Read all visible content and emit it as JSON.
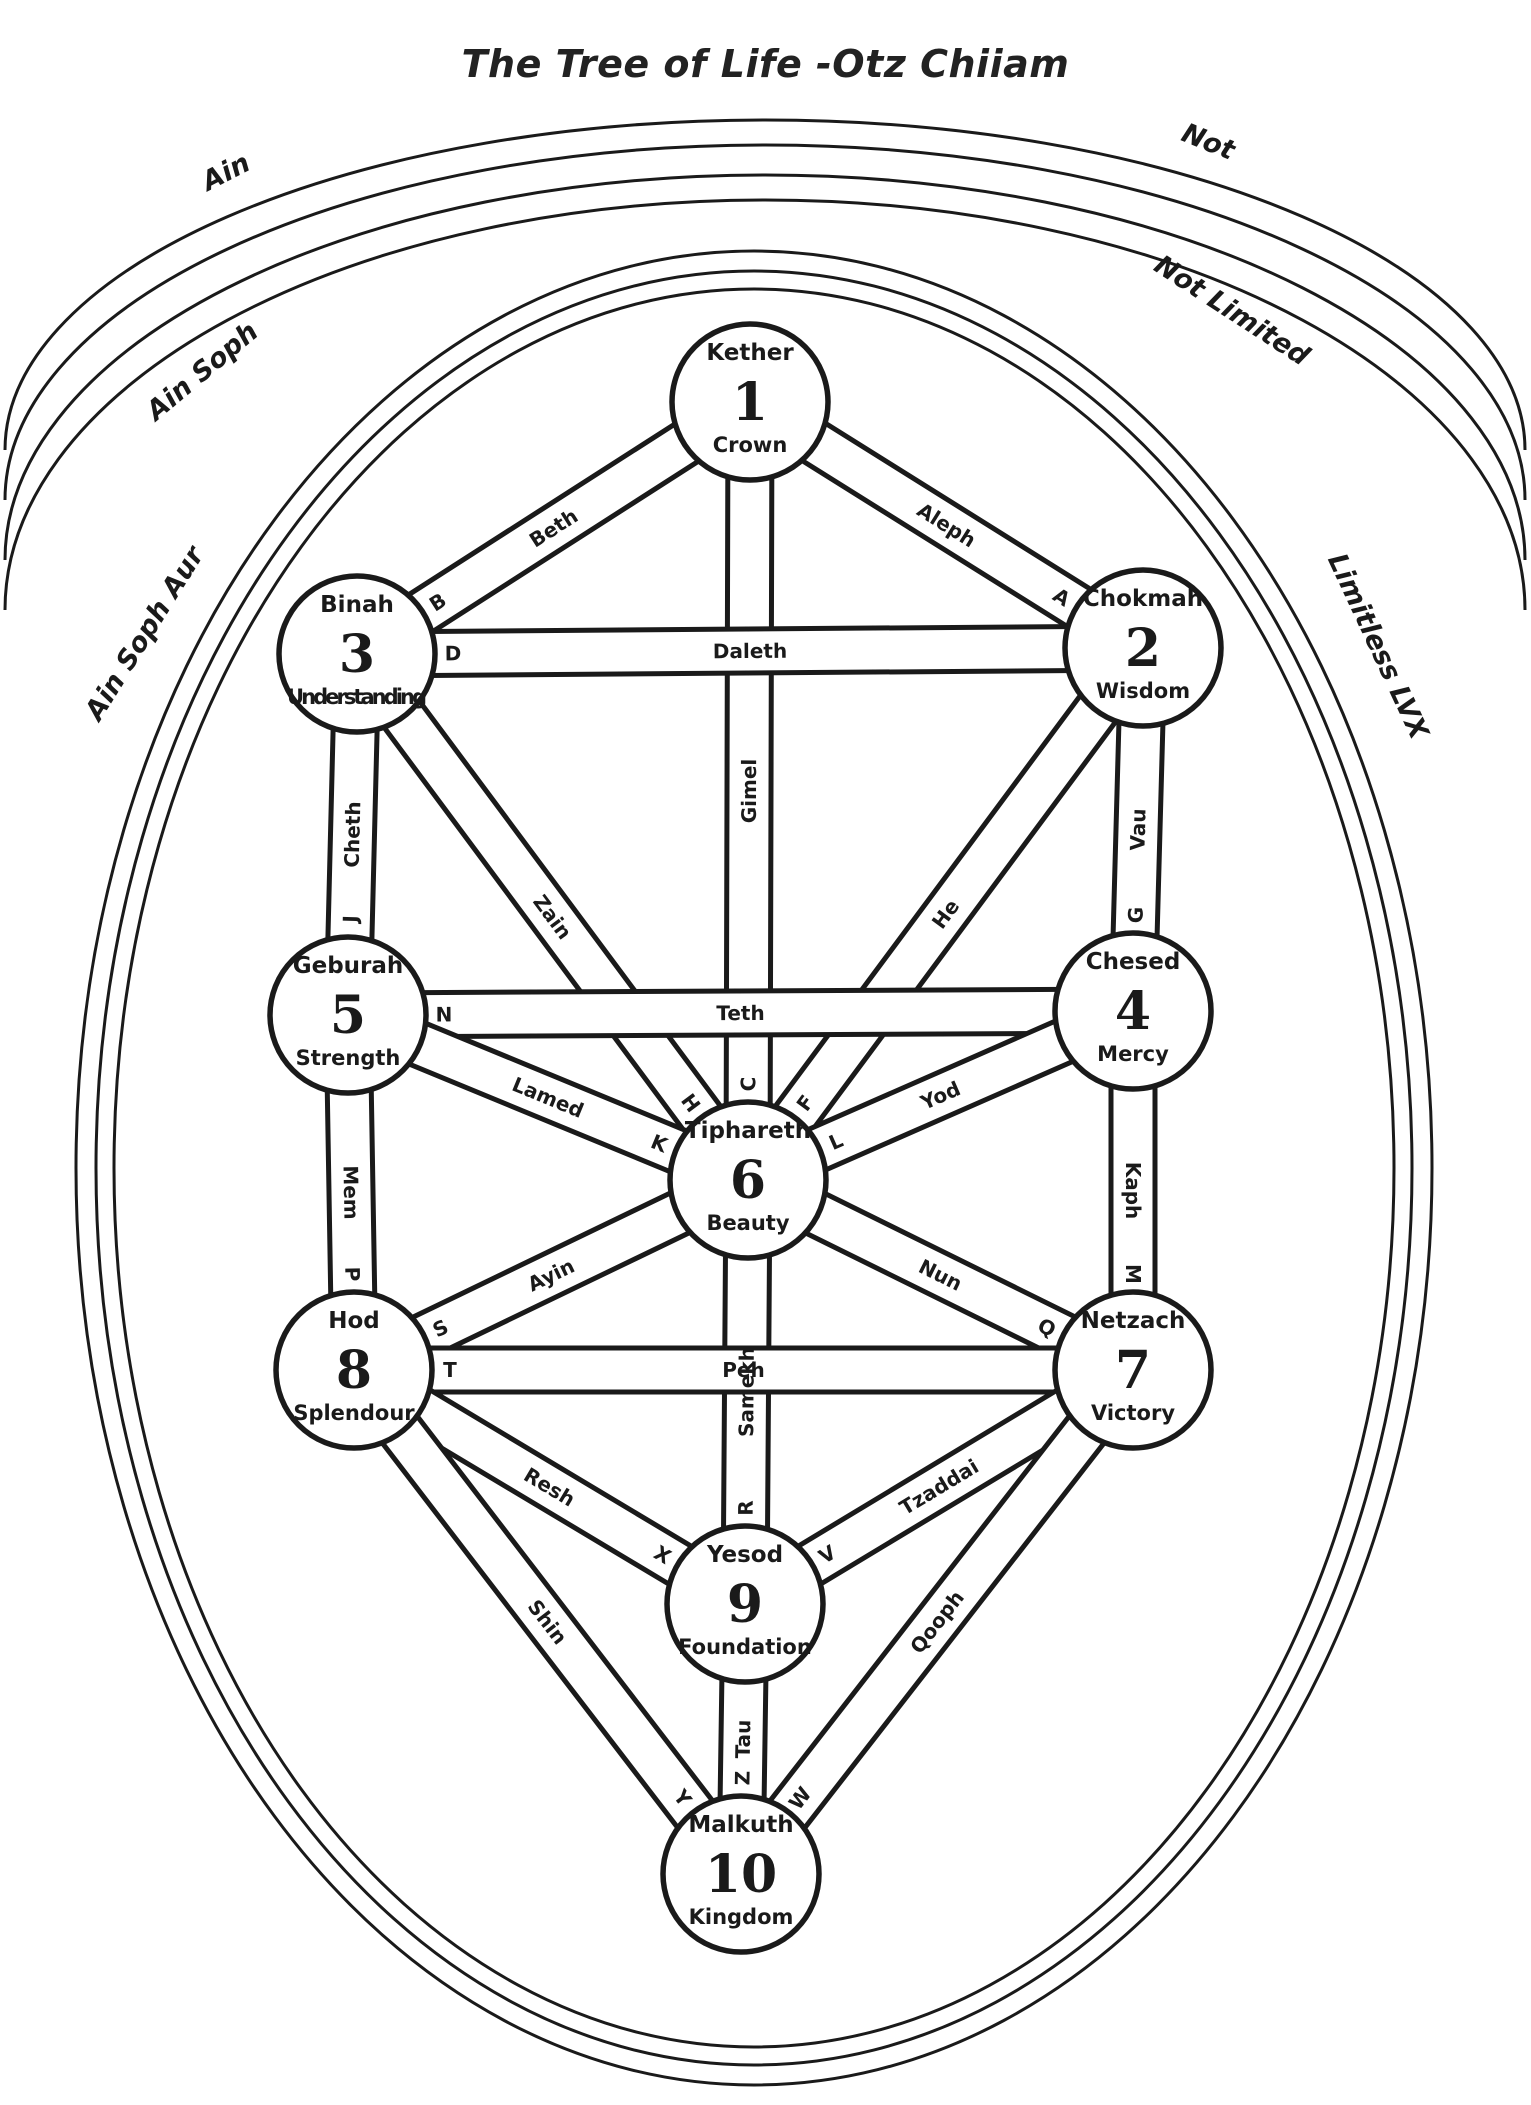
{
  "title": "The Tree of Life -Otz Chiiam",
  "veils": {
    "left": [
      "Ain",
      "Ain Soph",
      "Ain Soph Aur"
    ],
    "right": [
      "Not",
      "Not Limited",
      "Limitless LVX"
    ]
  },
  "sephiroth": [
    {
      "id": 1,
      "name": "Kether",
      "number": "1",
      "title": "Crown"
    },
    {
      "id": 2,
      "name": "Chokmah",
      "number": "2",
      "title": "Wisdom"
    },
    {
      "id": 3,
      "name": "Binah",
      "number": "3",
      "title": "Understanding"
    },
    {
      "id": 4,
      "name": "Chesed",
      "number": "4",
      "title": "Mercy"
    },
    {
      "id": 5,
      "name": "Geburah",
      "number": "5",
      "title": "Strength"
    },
    {
      "id": 6,
      "name": "Tiphareth",
      "number": "6",
      "title": "Beauty"
    },
    {
      "id": 7,
      "name": "Netzach",
      "number": "7",
      "title": "Victory"
    },
    {
      "id": 8,
      "name": "Hod",
      "number": "8",
      "title": "Splendour"
    },
    {
      "id": 9,
      "name": "Yesod",
      "number": "9",
      "title": "Foundation"
    },
    {
      "id": 10,
      "name": "Malkuth",
      "number": "10",
      "title": "Kingdom"
    }
  ],
  "paths": [
    {
      "from": 1,
      "to": 2,
      "letter": "A",
      "name": "Aleph"
    },
    {
      "from": 1,
      "to": 3,
      "letter": "B",
      "name": "Beth"
    },
    {
      "from": 1,
      "to": 6,
      "letter": "C",
      "name": "Gimel"
    },
    {
      "from": 2,
      "to": 3,
      "letter": "D",
      "name": "Daleth"
    },
    {
      "from": 2,
      "to": 6,
      "letter": "F",
      "name": "He"
    },
    {
      "from": 2,
      "to": 4,
      "letter": "G",
      "name": "Vau"
    },
    {
      "from": 3,
      "to": 6,
      "letter": "H",
      "name": "Zain"
    },
    {
      "from": 3,
      "to": 5,
      "letter": "J",
      "name": "Cheth"
    },
    {
      "from": 4,
      "to": 5,
      "letter": "N",
      "name": "Teth"
    },
    {
      "from": 4,
      "to": 6,
      "letter": "L",
      "name": "Yod"
    },
    {
      "from": 4,
      "to": 7,
      "letter": "M",
      "name": "Kaph"
    },
    {
      "from": 5,
      "to": 6,
      "letter": "K",
      "name": "Lamed"
    },
    {
      "from": 5,
      "to": 8,
      "letter": "P",
      "name": "Mem"
    },
    {
      "from": 6,
      "to": 7,
      "letter": "Q",
      "name": "Nun"
    },
    {
      "from": 6,
      "to": 8,
      "letter": "S",
      "name": "Ayin"
    },
    {
      "from": 6,
      "to": 9,
      "letter": "R",
      "name": "Samekh"
    },
    {
      "from": 7,
      "to": 8,
      "letter": "T",
      "name": "Peh"
    },
    {
      "from": 7,
      "to": 9,
      "letter": "V",
      "name": "Tzaddai"
    },
    {
      "from": 7,
      "to": 10,
      "letter": "W",
      "name": "Qooph"
    },
    {
      "from": 8,
      "to": 9,
      "letter": "X",
      "name": "Resh"
    },
    {
      "from": 8,
      "to": 10,
      "letter": "Y",
      "name": "Shin"
    },
    {
      "from": 9,
      "to": 10,
      "letter": "Z",
      "name": "Tau"
    }
  ]
}
